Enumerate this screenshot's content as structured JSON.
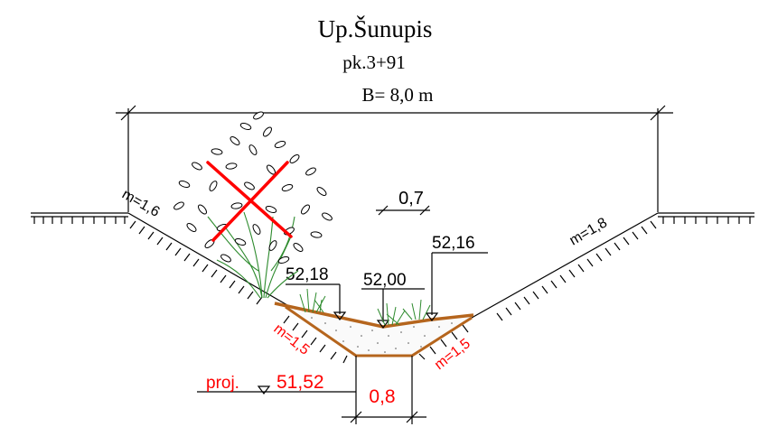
{
  "title": "Up.Šunupis",
  "station": "pk.3+91",
  "width_label": "B= 8,0 m",
  "slopes": {
    "left_bank": "m=1,6",
    "right_bank": "m=1,8",
    "left_design": "m=1,5",
    "right_design": "m=1,5"
  },
  "levels": {
    "left": "52,18",
    "center": "52,00",
    "right": "52,16",
    "design_prefix": "proj.",
    "design": "51,52"
  },
  "dimensions": {
    "depth": "0,7",
    "bottom_width": "0,8"
  },
  "colors": {
    "line": "#000000",
    "design_text": "#ff0000",
    "removal_cross": "#ff0000",
    "existing_bed": "#b5651d",
    "vegetation": "#2e8b2e"
  }
}
